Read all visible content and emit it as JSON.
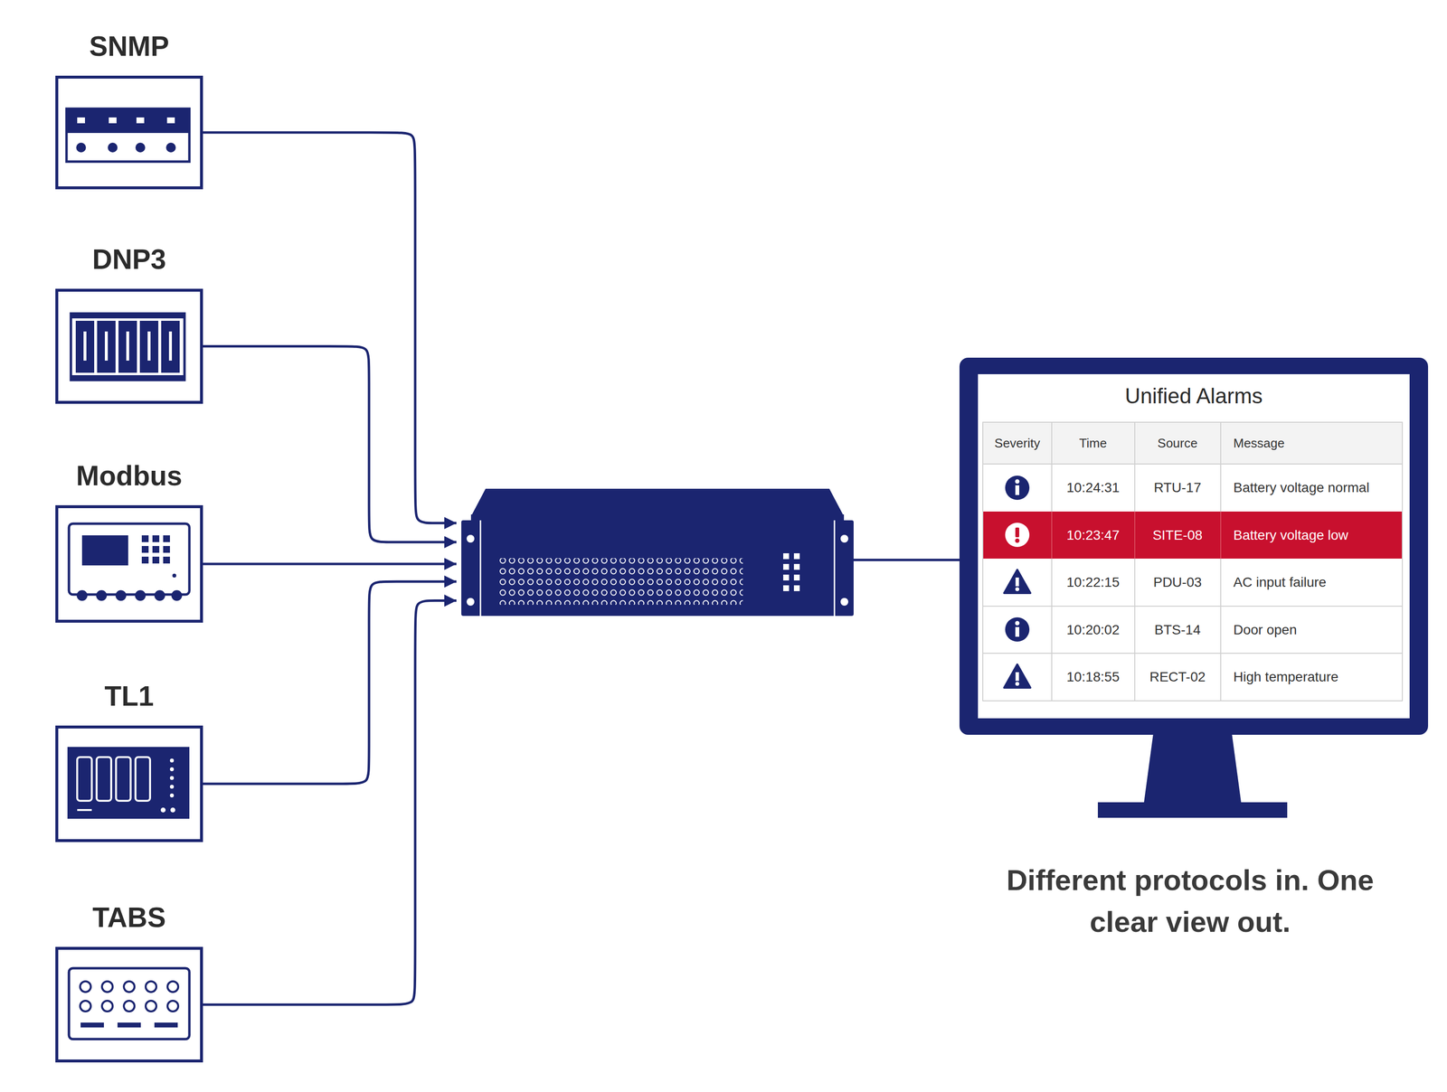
{
  "diagram": {
    "caption": "Different protocols in. One clear view out.",
    "nodes": [
      {
        "text": [
          "SNMP"
        ]
      },
      {
        "text": [
          "DNP3"
        ]
      },
      {
        "text": [
          "Modbus"
        ]
      },
      {
        "text": [
          "TL1"
        ]
      },
      {
        "text": [
          "TABS"
        ]
      },
      {
        "text": []
      },
      {
        "text": [
          "Unified Alarms"
        ]
      }
    ],
    "edges": [
      {
        "from": 0,
        "to": 5,
        "arrow": "to"
      },
      {
        "from": 1,
        "to": 5,
        "arrow": "to"
      },
      {
        "from": 2,
        "to": 5,
        "arrow": "to"
      },
      {
        "from": 3,
        "to": 5,
        "arrow": "to"
      },
      {
        "from": 4,
        "to": 5,
        "arrow": "to"
      },
      {
        "from": 5,
        "to": 6,
        "arrow": "none"
      }
    ],
    "labels": [
      "Severity",
      "Time",
      "Source",
      "Message",
      "10:24:31",
      "RTU-17",
      "Battery voltage normal",
      "10:23:47",
      "SITE-08",
      "Battery voltage low",
      "10:22:15",
      "PDU-03",
      "AC input failure",
      "10:20:02",
      "BTS-14",
      "Door open",
      "10:18:55",
      "RECT-02",
      "High temperature"
    ]
  }
}
